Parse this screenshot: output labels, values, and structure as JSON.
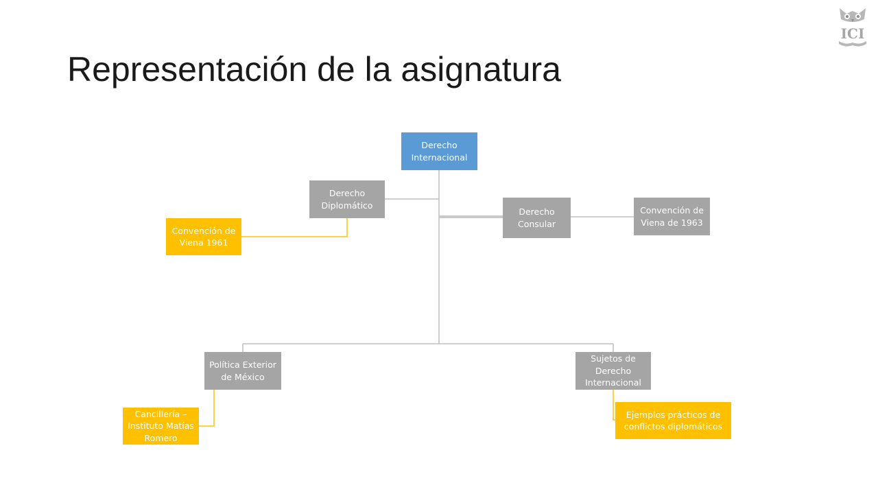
{
  "slide": {
    "title": "Representación de la asignatura",
    "logo_text": "ICI"
  },
  "diagram": {
    "root": "Derecho Internacional",
    "nodes": {
      "derecho_diplomatico": "Derecho Diplomático",
      "derecho_consular": "Derecho Consular",
      "politica_exterior": "Política Exterior de México",
      "sujetos_derecho": "Sujetos de Derecho Internacional",
      "convencion_1961": "Convención de Viena 1961",
      "convencion_1963": "Convención de Viena de 1963",
      "cancilleria": "Cancillería – Instituto Matías Romero",
      "ejemplos": "Ejemplos prácticos de conflictos diplomáticos"
    }
  },
  "colors": {
    "root": "#5b9bd5",
    "branch": "#a5a5a5",
    "leaf": "#ffc000",
    "connector": "#bfbfbf"
  }
}
